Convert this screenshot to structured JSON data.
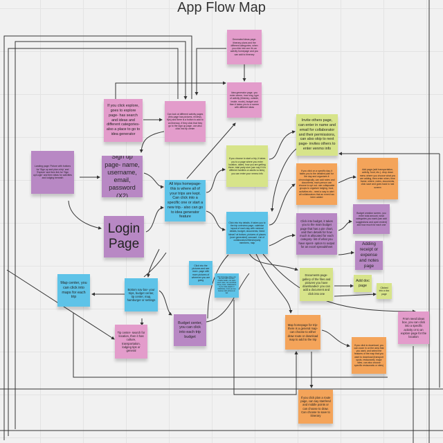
{
  "title": "App Flow Map",
  "notes": {
    "generated_ideas": "Generated ideas page- itinerary plans and the different categories- when you click into one it's an activity homepage and you can add to itinerary",
    "idea_generator": "Idea generator page- you enter where, how long, type of activity (itinerary, outside, inside, mode), budget and then it takes you to a screen with different ideas",
    "explore": "If you click explore, goes to explore page- has search and ideas and different categories- also a place to go to idea generator",
    "activity_pages": "Can look at different activity pages (this page has pictures, reviews, tips) and there is a button to add to an itinerary- if they click that they go to the sign up page- can also click into tip center",
    "landing": "Landing page: Picture with buttons for 'Sign up and plan a trip' and 'Explore' and then link for 'Sign up/Login' and then ideas for activities and lodging beneath",
    "signup": "Sign up page- name, username, email, password (X2)",
    "login": "Login Page",
    "all_trips": "All trips homepage- this is where all of your trips are kept. Can click into a specific one or start a new trip.- also can go to idea generator feature",
    "start_trip": "If you choose to start a trip, it takes you to a page where you enter location, dates, how you are getting there, total party size (can say if it is different families or adults vs kids), you can enter your venmo info",
    "invite": "Invite others page, can enter in name and email for collaborator and their permissions, can also skip to next page- invites others to enter venmo info",
    "specific_day": "If you click on a specific day, it takes you to the detailed plan for the day and organizes it chronologically, can add notes and documents, each person can choose to opt out- use collapsable groups to organize lodging, food, activities etc.- need a way to alert all collaborators that an event has been added",
    "add_page": "Add page (add transportation, activity, food, etc.)- drop down menu where you choose what you are adding, then enter when, time frame, where, notes, documents, click save and goes back to last screen",
    "trip_details": "Click into trip details- it takes you to the trip overview page- calendar layout of each day with minimal details, budget, documents, Need Ideas? at bottom, pictures of places (user generated) carousel, List of collaborators/friends/party members, map",
    "budget": "Click into budget, it takes you to the main budget page that has a pie chart, and then details for how much is allocated for each category- list of what you have spent- option to output for an excel spreadsheet",
    "budget_creation": "Budget creation screen- you enter total amount, what categories you want (can add suggestions and open ended) and how much for each one",
    "receipt": "Adding receipt or expense and notes page",
    "documents": "Documents page- gallery of the files and pictures you have downloaded- you can add a document and click into one",
    "add_doc": "Add doc page",
    "clicked_doc": "Clicked into a doc page",
    "pictures": "Click into the pictures and see more- page with more pictures of wherever you are going",
    "trip_homepage": "Trip homepage where you can see each member, notable details, can leave event notes, can contribute money notes, collaborators. If you make playlist or collaborate, it lets you see features with pictures on last",
    "map_center": "Map center, you can click into maps for each trip",
    "bottom_nav": "Bottom nav bar- your trips, budget center, tip center, map, hamburger or settings",
    "tip_center": "Tip center- search for location, then it has culture, transportation, lodging tips or general",
    "budget_center": "Budget center, you can click into each trip budget",
    "map_homepage": "Map homepage for trip- there is a general map- can choose to either draw route or download map to add to the trip",
    "download": "If you click to download, you can zoom in on the area that you want, and select the features of the map that you want to download (transport spots, restaurants, major sites- can also choose specific restaurants or sites)",
    "need_ideas": "From need ideas box, you can click into a specific activity or to an explore page for the location",
    "plan_route": "If you click plan a route page, can say start/end and middle points or can choose to draw. Can choose to save to itinerary"
  },
  "colors": {
    "pink": "#e39ccb",
    "purple": "#b888c4",
    "blue": "#5ec3e8",
    "green": "#d7e48a",
    "orange": "#f4a45a"
  }
}
